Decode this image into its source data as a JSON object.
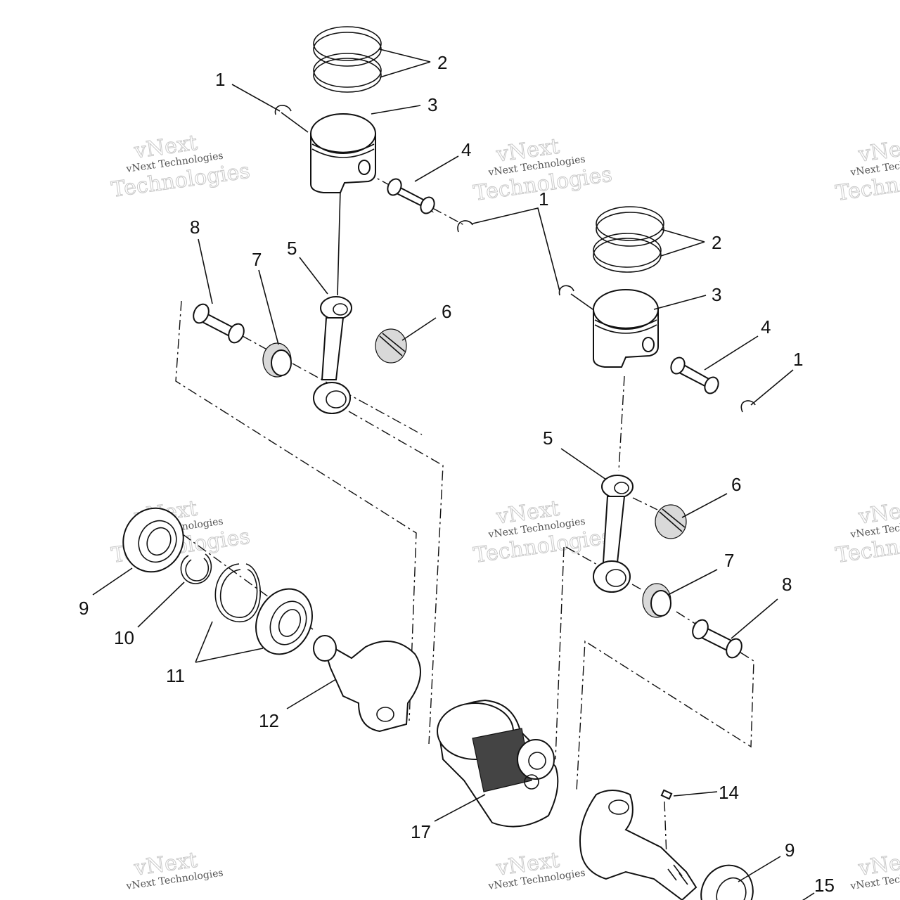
{
  "diagram": {
    "callouts": [
      {
        "id": "c1a",
        "label": "1"
      },
      {
        "id": "c2a",
        "label": "2"
      },
      {
        "id": "c3a",
        "label": "3"
      },
      {
        "id": "c4a",
        "label": "4"
      },
      {
        "id": "c1b",
        "label": "1"
      },
      {
        "id": "c8a",
        "label": "8"
      },
      {
        "id": "c7a",
        "label": "7"
      },
      {
        "id": "c5a",
        "label": "5"
      },
      {
        "id": "c6a",
        "label": "6"
      },
      {
        "id": "c2b",
        "label": "2"
      },
      {
        "id": "c3b",
        "label": "3"
      },
      {
        "id": "c4b",
        "label": "4"
      },
      {
        "id": "c1c",
        "label": "1"
      },
      {
        "id": "c5b",
        "label": "5"
      },
      {
        "id": "c6b",
        "label": "6"
      },
      {
        "id": "c7b",
        "label": "7"
      },
      {
        "id": "c8b",
        "label": "8"
      },
      {
        "id": "c9a",
        "label": "9"
      },
      {
        "id": "c10",
        "label": "10"
      },
      {
        "id": "c11",
        "label": "11"
      },
      {
        "id": "c12",
        "label": "12"
      },
      {
        "id": "c17",
        "label": "17"
      },
      {
        "id": "c14",
        "label": "14"
      },
      {
        "id": "c9b",
        "label": "9"
      },
      {
        "id": "c15",
        "label": "15"
      }
    ]
  },
  "watermark": {
    "brand_top": "vNext",
    "brand_line": "vNext Technologies",
    "brand_bottom": "Technologies"
  }
}
